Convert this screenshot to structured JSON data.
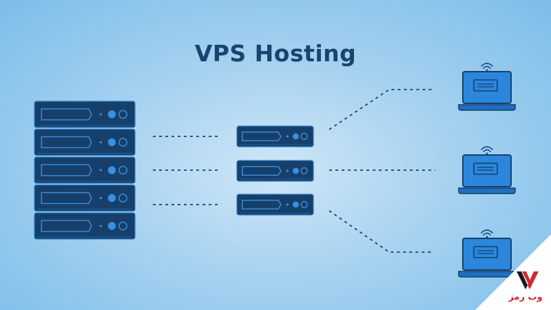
{
  "title": "VPS Hosting",
  "logo": {
    "text": "وب رمز",
    "icon": "logo-icon"
  },
  "colors": {
    "server_body": "#16406a",
    "server_border": "#2f7cc9",
    "server_accent": "#3a8fe0",
    "laptop_screen": "#2b86dc",
    "laptop_base": "#1f6fc1",
    "wifi": "#1a4f86",
    "line": "#16406a",
    "logo_red": "#d2282e",
    "logo_dark": "#1a1a1a"
  },
  "diagram": {
    "nodes": [
      {
        "id": "physical-server",
        "type": "server-stack",
        "units": 5
      },
      {
        "id": "vps-1",
        "type": "virtual-server"
      },
      {
        "id": "vps-2",
        "type": "virtual-server"
      },
      {
        "id": "vps-3",
        "type": "virtual-server"
      },
      {
        "id": "client-1",
        "type": "laptop"
      },
      {
        "id": "client-2",
        "type": "laptop"
      },
      {
        "id": "client-3",
        "type": "laptop"
      }
    ],
    "edges": [
      {
        "from": "physical-server",
        "to": "vps-1",
        "style": "dashed"
      },
      {
        "from": "physical-server",
        "to": "vps-2",
        "style": "dashed"
      },
      {
        "from": "physical-server",
        "to": "vps-3",
        "style": "dashed"
      },
      {
        "from": "vps-1",
        "to": "client-1",
        "style": "dashed"
      },
      {
        "from": "vps-2",
        "to": "client-2",
        "style": "dashed"
      },
      {
        "from": "vps-3",
        "to": "client-3",
        "style": "dashed"
      }
    ]
  }
}
